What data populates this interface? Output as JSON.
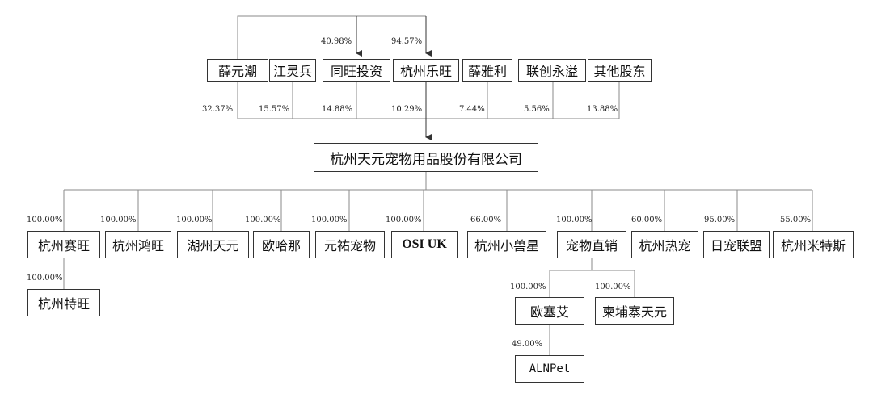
{
  "entities": {
    "xue_yuanchao": "薛元潮",
    "jiang_lingbing": "江灵兵",
    "tongwang_investment": "同旺投资",
    "hangzhou_lewang": "杭州乐旺",
    "xue_yali": "薛雅利",
    "lianchuang_yongyi": "联创永溢",
    "other_shareholders": "其他股东",
    "company": "杭州天元宠物用品股份有限公司",
    "hangzhou_saiwang": "杭州赛旺",
    "hangzhou_hongwang": "杭州鸿旺",
    "huzhou_tianyuan": "湖州天元",
    "ouhana": "欧哈那",
    "yuanyou_pet": "元祐宠物",
    "osi_uk": "OSI UK",
    "hangzhou_xiaoshouxing": "杭州小兽星",
    "pet_direct_sales": "宠物直销",
    "hangzhou_rechong": "杭州热宠",
    "richong_lianmeng": "日宠联盟",
    "hangzhou_miteshi": "杭州米特斯",
    "hangzhou_tewang": "杭州特旺",
    "ousaiai": "欧塞艾",
    "jianpuzhai_tianyuan": "柬埔寨天元",
    "alnpet": "ALNPet"
  },
  "stakes": {
    "xue_to_tongwang": "40.98%",
    "xue_to_lewang": "94.57%",
    "xue_yuanchao": "32.37%",
    "jiang_lingbing": "15.57%",
    "tongwang_investment": "14.88%",
    "hangzhou_lewang": "10.29%",
    "xue_yali": "7.44%",
    "lianchuang_yongyi": "5.56%",
    "other_shareholders": "13.88%",
    "hangzhou_saiwang": "100.00%",
    "hangzhou_hongwang": "100.00%",
    "huzhou_tianyuan": "100.00%",
    "ouhana": "100.00%",
    "yuanyou_pet": "100.00%",
    "osi_uk": "100.00%",
    "hangzhou_xiaoshouxing": "66.00%",
    "pet_direct_sales": "100.00%",
    "hangzhou_rechong": "60.00%",
    "richong_lianmeng": "95.00%",
    "hangzhou_miteshi": "55.00%",
    "hangzhou_tewang": "100.00%",
    "ousaiai": "100.00%",
    "jianpuzhai_tianyuan": "100.00%",
    "alnpet": "49.00%"
  }
}
